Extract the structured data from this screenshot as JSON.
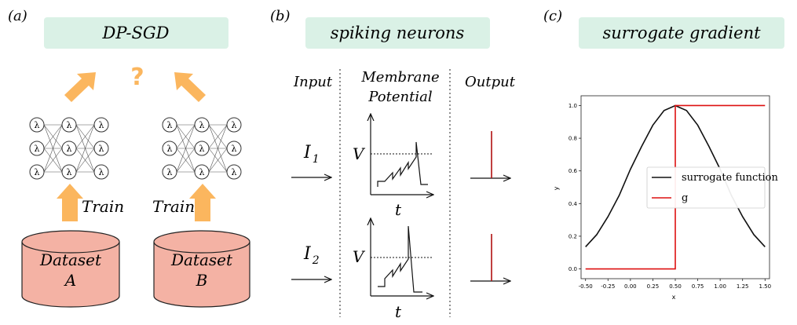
{
  "panel_a": {
    "label": "(a)",
    "title": "DP-SGD",
    "question_mark": "?",
    "train_left": "Train",
    "train_right": "Train",
    "dataset_a_line1": "Dataset",
    "dataset_a_line2": "A",
    "dataset_b_line1": "Dataset",
    "dataset_b_line2": "B",
    "neuron_glyph": "λ"
  },
  "panel_b": {
    "label": "(b)",
    "title": "spiking neurons",
    "col_input": "Input",
    "col_membrane_1": "Membrane",
    "col_membrane_2": "Potential",
    "col_output": "Output",
    "input1_main": "I",
    "input1_sub": "1",
    "input2_main": "I",
    "input2_sub": "2",
    "v_label_1": "V",
    "v_label_2": "V",
    "t_label_1": "t",
    "t_label_2": "t"
  },
  "panel_c": {
    "label": "(c)",
    "title": "surrogate gradient"
  },
  "colors": {
    "title_box": "#daf1e6",
    "arrow_orange": "#fbb65e",
    "dataset_fill": "#f4b2a4",
    "surrogate_line": "#111111",
    "g_line": "#dd1111",
    "spike": "#b01010"
  },
  "chart_data": {
    "type": "line",
    "title": "",
    "xlabel": "x",
    "ylabel": "y",
    "xlim": [
      -0.55,
      1.55
    ],
    "ylim": [
      -0.06,
      1.06
    ],
    "xticks": [
      -0.5,
      -0.25,
      0.0,
      0.25,
      0.5,
      0.75,
      1.0,
      1.25,
      1.5
    ],
    "xtick_labels": [
      "-0.50",
      "-0.25",
      "0.00",
      "0.25",
      "0.50",
      "0.75",
      "1.00",
      "1.25",
      "1.50"
    ],
    "yticks": [
      0.0,
      0.2,
      0.4,
      0.6,
      0.8,
      1.0
    ],
    "ytick_labels": [
      "0.0",
      "0.2",
      "0.4",
      "0.6",
      "0.8",
      "1.0"
    ],
    "legend_position": "center-right",
    "series": [
      {
        "name": "surrogate function",
        "color": "#111111",
        "x": [
          -0.5,
          -0.375,
          -0.25,
          -0.125,
          0.0,
          0.125,
          0.25,
          0.375,
          0.5,
          0.625,
          0.75,
          0.875,
          1.0,
          1.125,
          1.25,
          1.375,
          1.5
        ],
        "y": [
          0.135,
          0.21,
          0.32,
          0.45,
          0.61,
          0.75,
          0.88,
          0.97,
          1.0,
          0.97,
          0.88,
          0.75,
          0.61,
          0.45,
          0.32,
          0.21,
          0.135
        ]
      },
      {
        "name": "g",
        "color": "#dd1111",
        "x": [
          -0.5,
          0.5,
          0.5,
          1.5
        ],
        "y": [
          0.0,
          0.0,
          1.0,
          1.0
        ]
      }
    ]
  }
}
